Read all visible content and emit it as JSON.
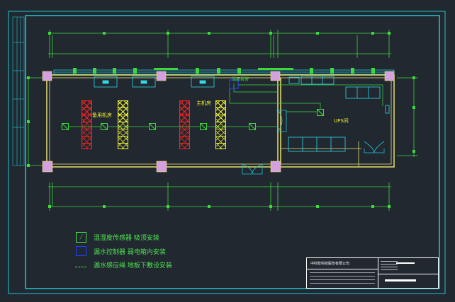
{
  "rooms": {
    "standby_room": "备用机房",
    "main_room": "主机房",
    "ups_room": "UPS间"
  },
  "equipment_tag": "湿度报警",
  "legend": [
    {
      "symbol": "sensor-box",
      "text": "温湿度传感器  吸顶安装"
    },
    {
      "symbol": "controller-box",
      "text": "漏水控制器  弱电箱内安装"
    },
    {
      "symbol": "dashed-line",
      "text": "漏水感应绳  地板下敷设安装"
    }
  ],
  "title_block": {
    "company": "中科软科技股份有限公司"
  },
  "colors": {
    "background": "#212830",
    "wall": "#e8e070",
    "frame": "#22c4d4",
    "dimension": "#3cd83c",
    "column": "#d4a0e0",
    "rack_red": "#ff2020",
    "rack_yellow": "#f0f030",
    "equipment": "#30d8e8",
    "text_green": "#4fe04f"
  }
}
